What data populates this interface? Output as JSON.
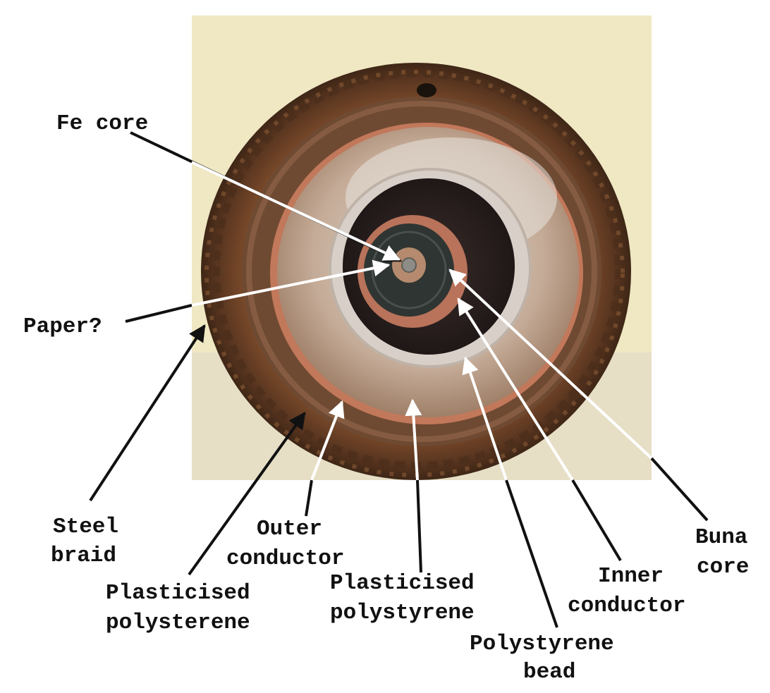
{
  "labels": {
    "fe_core": "Fe core",
    "paper": "Paper?",
    "steel_braid": [
      "Steel",
      "braid"
    ],
    "outer_conductor": [
      "Outer",
      "conductor"
    ],
    "plasticised_polysterene": [
      "Plasticised",
      "polysterene"
    ],
    "plasticised_polystyrene": [
      "Plasticised",
      "polystyrene"
    ],
    "polystyrene_bead": [
      "Polystyrene",
      "bead"
    ],
    "inner_conductor": [
      "Inner",
      "conductor"
    ],
    "buna_core": [
      "Buna",
      "core"
    ]
  },
  "colors": {
    "background": "#ffffff",
    "photo_wall": "#efe8c4",
    "photo_table": "#e7e0c6",
    "rust_outer": "#5e3a22",
    "rust_mid": "#7c5033",
    "insulation_outer": "#b49a84",
    "insulation_inner": "#c7b7a8",
    "copper": "#c47a5c",
    "dark_cavity": "#2d2322",
    "buna_black": "#2f3430",
    "arrow_dark": "#111111",
    "arrow_light": "#ffffff"
  }
}
